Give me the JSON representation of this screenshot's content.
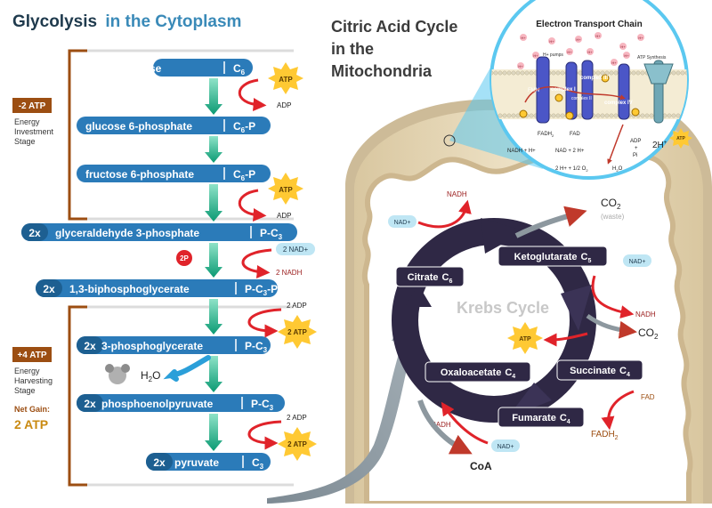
{
  "glycolysis": {
    "title_main": "Glycolysis",
    "title_accent": "in the Cytoplasm",
    "investment": {
      "atp": "-2 ATP",
      "label1": "Energy",
      "label2": "Investment",
      "label3": "Stage"
    },
    "harvesting": {
      "atp": "+4 ATP",
      "label1": "Energy",
      "label2": "Harvesting",
      "label3": "Stage",
      "net_label": "Net Gain:",
      "net_value": "2 ATP"
    },
    "steps": [
      {
        "mult": "",
        "name": "glucose",
        "formula": "C",
        "sub": "6",
        "tail": ""
      },
      {
        "mult": "",
        "name": "glucose 6-phosphate",
        "formula": "C",
        "sub": "6",
        "tail": "-P"
      },
      {
        "mult": "",
        "name": "fructose 6-phosphate",
        "formula": "C",
        "sub": "6",
        "tail": "-P"
      },
      {
        "mult": "2x",
        "name": "glyceraldehyde 3-phosphate",
        "formula": "P-C",
        "sub": "3",
        "tail": ""
      },
      {
        "mult": "2x",
        "name": "1,3-biphosphoglycerate",
        "formula": "P-C",
        "sub": "3",
        "tail": "-P"
      },
      {
        "mult": "2x",
        "name": "3-phosphoglycerate",
        "formula": "P-C",
        "sub": "3",
        "tail": ""
      },
      {
        "mult": "2x",
        "name": "phosphoenolpyruvate",
        "formula": "P-C",
        "sub": "3",
        "tail": ""
      },
      {
        "mult": "2x",
        "name": "pyruvate",
        "formula": "C",
        "sub": "3",
        "tail": ""
      }
    ],
    "atp_badge": "ATP",
    "adp": "ADP",
    "two_adp": "2 ADP",
    "two_atp": "2 ATP",
    "two_p": "2P",
    "nad_plus": "2 NAD+",
    "nadh": "2 NADH",
    "water": "H",
    "water_sub": "2",
    "water_tail": "O"
  },
  "citric": {
    "title1": "Citric Acid Cycle",
    "title2": "in the",
    "title3": "Mitochondria",
    "krebs": "Krebs Cycle",
    "citrate": {
      "name": "Citrate",
      "c": "C",
      "sub": "6"
    },
    "ketoglutarate": {
      "name": "Ketoglutarate",
      "c": "C",
      "sub": "5"
    },
    "succinate": {
      "name": "Succinate",
      "c": "C",
      "sub": "4"
    },
    "fumarate": {
      "name": "Fumarate",
      "c": "C",
      "sub": "4"
    },
    "oxaloacetate": {
      "name": "Oxaloacetate",
      "c": "C",
      "sub": "4"
    },
    "nad": "NAD+",
    "nadh": "NADH",
    "co2": "CO",
    "co2_sub": "2",
    "waste": "(waste)",
    "atp": "ATP",
    "fad": "FAD",
    "fadh": "FADH",
    "fadh_sub": "2",
    "coa": "CoA"
  },
  "etc": {
    "title": "Electron Transport Chain",
    "h_plus": "H+",
    "h_pumps": "H+ pumps",
    "atp_synthesis": "ATP Synthesis",
    "complex1": "complex I",
    "complex2": "complex II",
    "complex3": "complex III",
    "complex4": "complex IV",
    "fmn": "FMN",
    "fadh2": "FADH",
    "fadh2_sub": "2",
    "fad": "FAD",
    "nadh_eq": "NADH + H+",
    "nad_eq": "NAD + 2 H+",
    "oxygen_eq": "2 H+ + 1/2 O",
    "oxygen_sub": "2",
    "water_eq": "H",
    "water_sub": "2",
    "water_tail": "O",
    "adp": "ADP",
    "plus": "+",
    "pi": "Pi",
    "two_h": "2H",
    "two_h_sup": "+",
    "atp": "ATP",
    "q": "Q",
    "c": "c"
  },
  "colors": {
    "blue": "#2b7bb9",
    "brown": "#9c4e12",
    "green": "#1daa86",
    "red": "#e0232a",
    "purple": "#2f2845",
    "tan": "#ecdfc4",
    "tan_edge": "#cdb78f",
    "title_dark": "#1f3a4d",
    "title_accent": "#3a8ab8",
    "citric_title": "#3b3b3b",
    "atp_yellow": "#ffc933"
  }
}
